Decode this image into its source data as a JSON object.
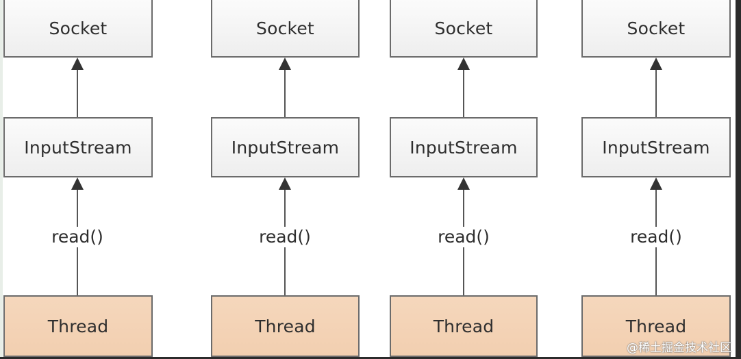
{
  "diagram": {
    "columns": [
      {
        "socket": "Socket",
        "stream": "InputStream",
        "call": "read()",
        "thread": "Thread"
      },
      {
        "socket": "Socket",
        "stream": "InputStream",
        "call": "read()",
        "thread": "Thread"
      },
      {
        "socket": "Socket",
        "stream": "InputStream",
        "call": "read()",
        "thread": "Thread"
      },
      {
        "socket": "Socket",
        "stream": "InputStream",
        "call": "read()",
        "thread": "Thread"
      }
    ]
  },
  "watermark": "@稀土掘金技术社区",
  "colors": {
    "box_border": "#6b6b6b",
    "box_fill": "#f2f2f2",
    "thread_fill": "#f3d2b4",
    "arrow": "#333333"
  }
}
